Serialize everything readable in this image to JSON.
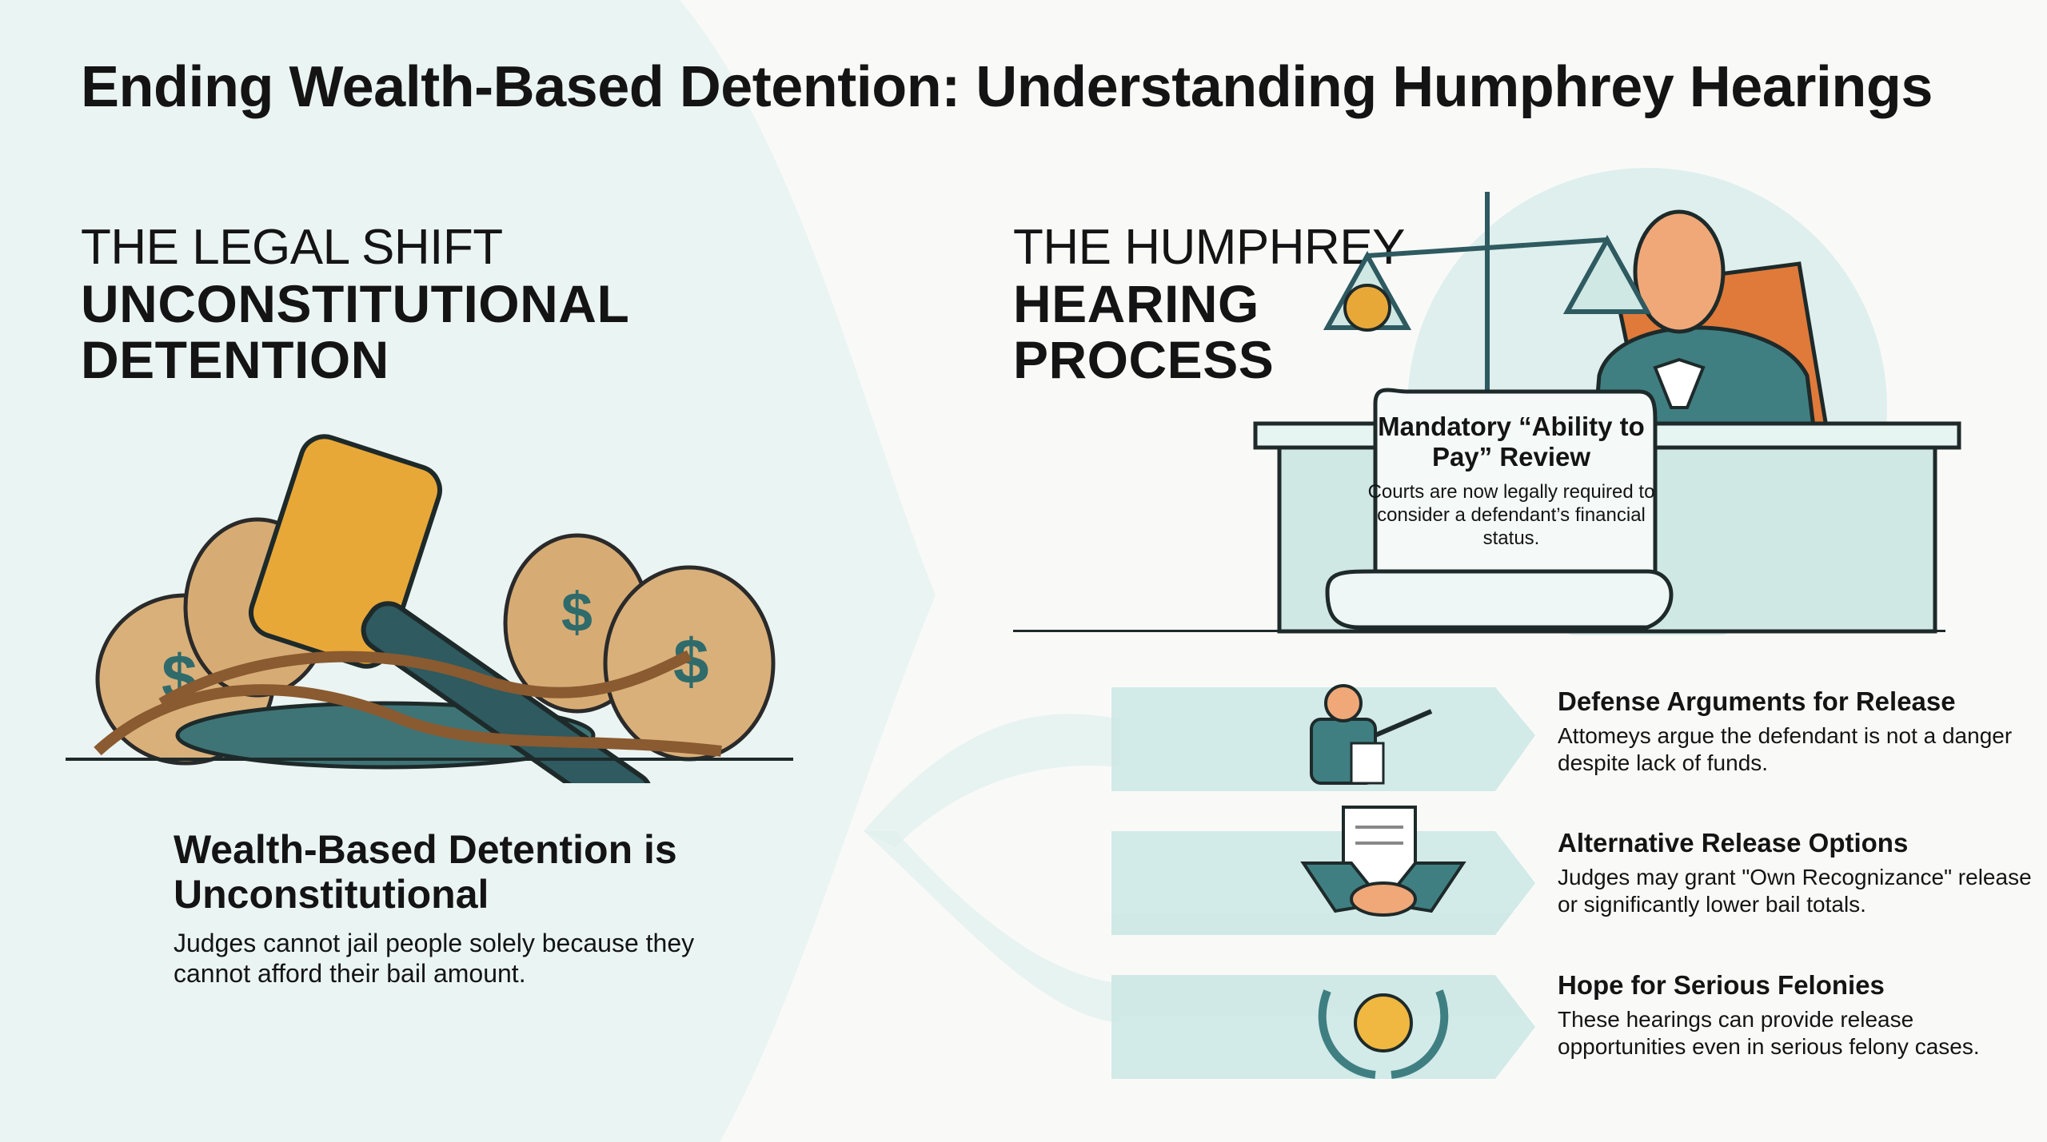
{
  "title": "Ending Wealth-Based Detention: Understanding Humphrey Hearings",
  "left": {
    "kicker": "THE LEGAL SHIFT",
    "heading_line1": "UNCONSTITUTIONAL",
    "heading_line2": "DETENTION",
    "illustration": "gavel-chains-money-bags",
    "sub_heading": "Wealth-Based Detention is Unconstitutional",
    "sub_body": "Judges cannot jail people solely because they cannot afford their bail amount."
  },
  "right": {
    "kicker": "THE HUMPHREY",
    "heading_line1": "HEARING",
    "heading_line2": "PROCESS",
    "illustration": "judge-with-scales",
    "scroll_heading": "Mandatory “Ability to Pay” Review",
    "scroll_body": "Courts are now legally required to consider a defendant’s financial status.",
    "items": [
      {
        "icon": "attorney-icon",
        "heading": "Defense Arguments for Release",
        "body": "Attomeys argue the defendant is not a danger despite lack of funds."
      },
      {
        "icon": "handshake-document-icon",
        "heading": "Alternative Release Options",
        "body": "Judges may grant \"Own Recognizance\" release or significantly lower bail totals."
      },
      {
        "icon": "laurel-sun-icon",
        "heading": "Hope for Serious Felonies",
        "body": "These hearings can provide release opportunities even in serious felony cases."
      }
    ]
  },
  "colors": {
    "teal": "#8fcfc8",
    "pale_teal": "#e3f1ef",
    "dark": "#1e3a3e",
    "orange": "#d98a3a",
    "gold": "#e8a838"
  }
}
